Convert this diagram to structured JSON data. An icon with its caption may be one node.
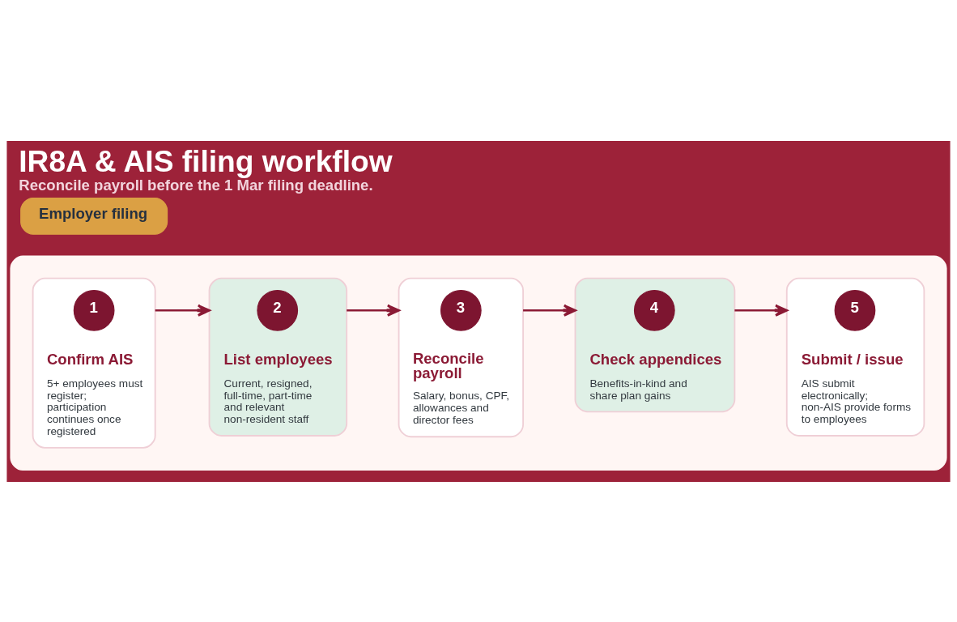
{
  "diagram": {
    "title": "IR8A & AIS filing workflow",
    "caption": "Reconcile payroll before the 1 Mar filing deadline.",
    "nodes": [
      {
        "text": [
          "Employer filing"
        ]
      },
      {
        "text": [],
        "shape": "box"
      },
      {
        "text": [
          "Confirm AIS",
          "5+ employees must register; participation continues once registered"
        ],
        "in": 1
      },
      {
        "text": [
          "1"
        ],
        "in": 2
      },
      {
        "text": [
          "List employees",
          "Current, resigned, full-time, part-time and relevant non-resident staff"
        ],
        "in": 1
      },
      {
        "text": [
          "2"
        ],
        "in": 4
      },
      {
        "text": [
          "Reconcile payroll",
          "Salary, bonus, CPF, allowances and director fees"
        ],
        "in": 1
      },
      {
        "text": [
          "3"
        ],
        "in": 6
      },
      {
        "text": [
          "Check appendices",
          "Benefits-in-kind and share plan gains"
        ],
        "in": 1
      },
      {
        "text": [
          "4"
        ],
        "in": 8
      },
      {
        "text": [
          "Submit / issue",
          "AIS submit electronically; non-AIS provide forms to employees"
        ],
        "in": 1
      },
      {
        "text": [
          "5"
        ],
        "in": 10
      }
    ],
    "edges": [
      {
        "from": 2,
        "to": 4,
        "arrow": "to"
      },
      {
        "from": 4,
        "to": 6,
        "arrow": "to"
      },
      {
        "from": 6,
        "to": 8,
        "arrow": "to"
      },
      {
        "from": 8,
        "to": 10,
        "arrow": "to"
      }
    ]
  }
}
